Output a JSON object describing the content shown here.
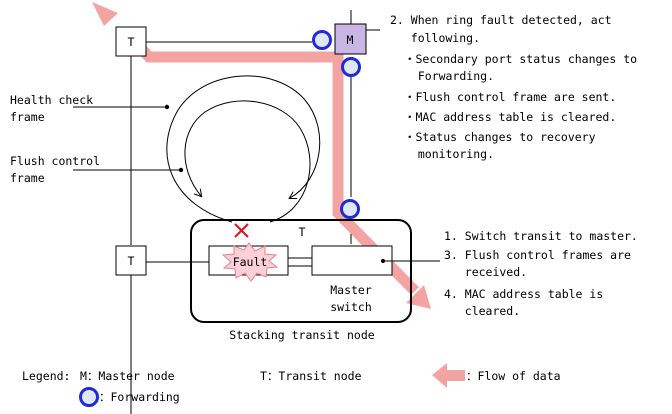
{
  "nodes": {
    "transit_top_left": "T",
    "transit_bottom_left": "T",
    "master": "M",
    "stack_transit": "T"
  },
  "fault_label": "Fault",
  "master_switch": [
    "Master",
    "switch"
  ],
  "stacking_label": "Stacking transit node",
  "labels": {
    "health_check": [
      "Health check",
      "frame"
    ],
    "flush_control": [
      "Flush control",
      "frame"
    ]
  },
  "notes_top": [
    "2. When ring fault detected, act",
    "   following.",
    "・Secondary port status changes to",
    "  Forwarding.",
    "・Flush control frame are sent.",
    "・MAC address table is cleared.",
    "・Status changes to recovery",
    "  monitoring."
  ],
  "notes_right": [
    "1. Switch transit to master.",
    "3. Flush control frames are",
    "   received.",
    "4. MAC address table is",
    "   cleared."
  ],
  "legend": {
    "prefix": "Legend:",
    "master": "M：Master node",
    "transit": "T：Transit node",
    "flow": "：Flow of data",
    "forwarding": "：Forwarding"
  },
  "colors": {
    "flow": "#f4a3a3",
    "forwarding_ring": "#1f2bd6",
    "forwarding_fill": "#dfe6f4",
    "master_fill": "#c9b6e4",
    "fault_star": "#fbd0d6",
    "fault_star_stroke": "#e8808f",
    "fault_x": "#e0141e"
  }
}
